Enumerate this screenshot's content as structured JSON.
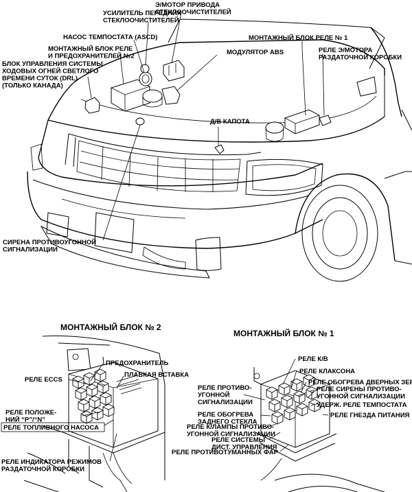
{
  "car_labels": {
    "wiper_motor": "Э/МОТОР ПРИВОДА\nСТЕКЛООЧИСТИТЕЛЕЙ",
    "washer_amp": "УСИЛИТЕЛЬ ПЕРЕДНИХ\nСТЕКЛООЧИСТИТЕЛЕЙ",
    "ascd_pump": "НАСОС ТЕМПОСТАТА (ASCD)",
    "relay_block_2": "МОНТАЖНЫЙ БЛОК РЕЛЕ\nИ ПРЕДОХРАНИТЕЛЕЙ №2",
    "drl_unit": "БЛОК УПРАВЛЕНИЯ СИСТЕМЫ\nХОДОВЫХ ОГНЕЙ СВЕТЛОГО\nВРЕМЕНИ СУТОК (DRL)\n(ТОЛЬКО КАНАДА)",
    "abs_modulator": "МОДУЛЯТОР ABS",
    "relay_block_1": "МОНТАЖНЫЙ БЛОК РЕЛЕ № 1",
    "transfer_motor_relay": "РЕЛЕ Э/МОТОРА\nРАЗДАТОЧНОЙ КОРОБКИ",
    "hood_sensor": "Д/В КАПОТА",
    "alarm_siren": "СИРЕНА ПРОТИВОУГОННОЙ\nСИГНАЛИЗАЦИИ"
  },
  "block2": {
    "title": "МОНТАЖНЫЙ БЛОК № 2",
    "labels": {
      "fuse": "ПРЕДОХРАНИТЕЛЬ",
      "fusible_link": "ПЛАВКАЯ ВСТАВКА",
      "eccs_relay": "РЕЛЕ ECCS",
      "pn_relay": "РЕЛЕ ПОЛОЖЕ-\nНИЙ “P”/“N”",
      "fuel_pump_relay": "РЕЛЕ ТОПЛИВНОГО НАСОСА",
      "transfer_indicator_relay": "РЕЛЕ ИНДИКАТОРА РЕЖИМОВ\nРАЗДАТОЧНОЙ КОРОБКИ"
    }
  },
  "block1": {
    "title": "МОНТАЖНЫЙ БЛОК № 1",
    "labels": {
      "ac_relay": "РЕЛЕ К/В",
      "horn_relay": "РЕЛЕ КЛАКСОНА",
      "mirror_heat_relay": "РЕЛЕ ОБОГРЕВА ДВЕРНЫХ ЗЕРКАЛ",
      "alarm_siren_relay": "РЕЛЕ СИРЕНЫ ПРОТИВО-\nУГОННОЙ СИГНАЛИЗАЦИИ",
      "ascd_hold_relay": "УДЕРЖ. РЕЛЕ ТЕМПОСТАТА",
      "power_socket_relay": "РЕЛЕ ГНЕЗДА ПИТАНИЯ",
      "antitheft_relay": "РЕЛЕ ПРОТИВО-\nУГОННОЙ\nСИГНАЛИЗАЦИИ",
      "rear_defog_relay": "РЕЛЕ ОБОГРЕВА\nЗАДНЕГО СТЕКЛА",
      "alarm_lamp_relay": "РЕЛЕ К/ЛАМПЫ ПРОТИВО-\nУГОННОЙ СИГНАЛИЗАЦИИ",
      "remote_relay": "РЕЛЕ СИСТЕМЫ\nДИСТ. УПРАВЛЕНИЯ",
      "fog_relay": "РЕЛЕ ПРОТИВОТУМАННЫХ ФАР"
    }
  }
}
